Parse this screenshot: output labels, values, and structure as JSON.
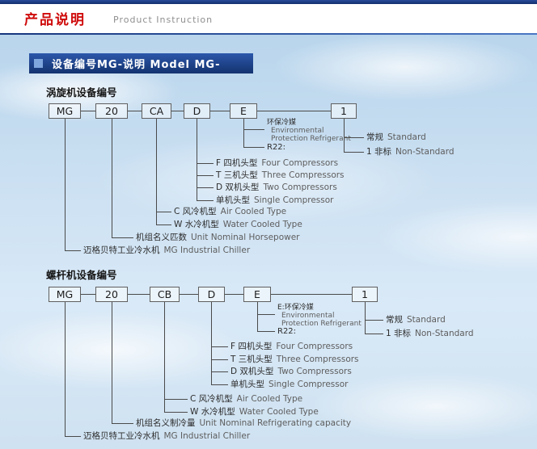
{
  "header": {
    "title": "产品说明",
    "subtitle": "Product Instruction"
  },
  "banner": {
    "label": "设备编号MG-说明 Model MG-"
  },
  "scroll": {
    "title": "涡旋机设备编号",
    "boxes": [
      "MG",
      "20",
      "CA",
      "D",
      "E",
      "1"
    ],
    "refrigerant": {
      "cn": "环保冷媒",
      "en1": "Environmental",
      "en2": "Protection Refrigerant"
    },
    "r22": "R22:",
    "standard": {
      "cn": "常规",
      "en": "Standard"
    },
    "nonstandard": {
      "cn": "1 非标",
      "en": "Non-Standard"
    },
    "heads": [
      {
        "cn": "F 四机头型",
        "en": "Four Compressors"
      },
      {
        "cn": "T 三机头型",
        "en": "Three Compressors"
      },
      {
        "cn": "D 双机头型",
        "en": "Two Compressors"
      },
      {
        "cn": "单机头型",
        "en": "Single Compressor"
      }
    ],
    "cooling": [
      {
        "cn": "C 风冷机型",
        "en": "Air Cooled Type"
      },
      {
        "cn": "W 水冷机型",
        "en": "Water Cooled Type"
      }
    ],
    "nominal": {
      "cn": "机组名义匹数",
      "en": "Unit Nominal Horsepower"
    },
    "brand": {
      "cn": "迈格贝特工业冷水机",
      "en": "MG Industrial Chiller"
    }
  },
  "screw": {
    "title": "螺杆机设备编号",
    "boxes": [
      "MG",
      "20",
      "CB",
      "D",
      "E",
      "1"
    ],
    "refrigerant": {
      "cn": "E:环保冷媒",
      "en1": "Environmental",
      "en2": "Protection Refrigerant"
    },
    "r22": "R22:",
    "standard": {
      "cn": "常规",
      "en": "Standard"
    },
    "nonstandard": {
      "cn": "1 非标",
      "en": "Non-Standard"
    },
    "heads": [
      {
        "cn": "F 四机头型",
        "en": "Four Compressors"
      },
      {
        "cn": "T 三机头型",
        "en": "Three Compressors"
      },
      {
        "cn": "D 双机头型",
        "en": "Two Compressors"
      },
      {
        "cn": "单机头型",
        "en": "Single Compressor"
      }
    ],
    "cooling": [
      {
        "cn": "C 风冷机型",
        "en": "Air Cooled Type"
      },
      {
        "cn": "W 水冷机型",
        "en": "Water Cooled Type"
      }
    ],
    "nominal": {
      "cn": "机组名义制冷量",
      "en": "Unit Nominal Refrigerating capacity"
    },
    "brand": {
      "cn": "迈格贝特工业冷水机",
      "en": "MG Industrial Chiller"
    }
  }
}
